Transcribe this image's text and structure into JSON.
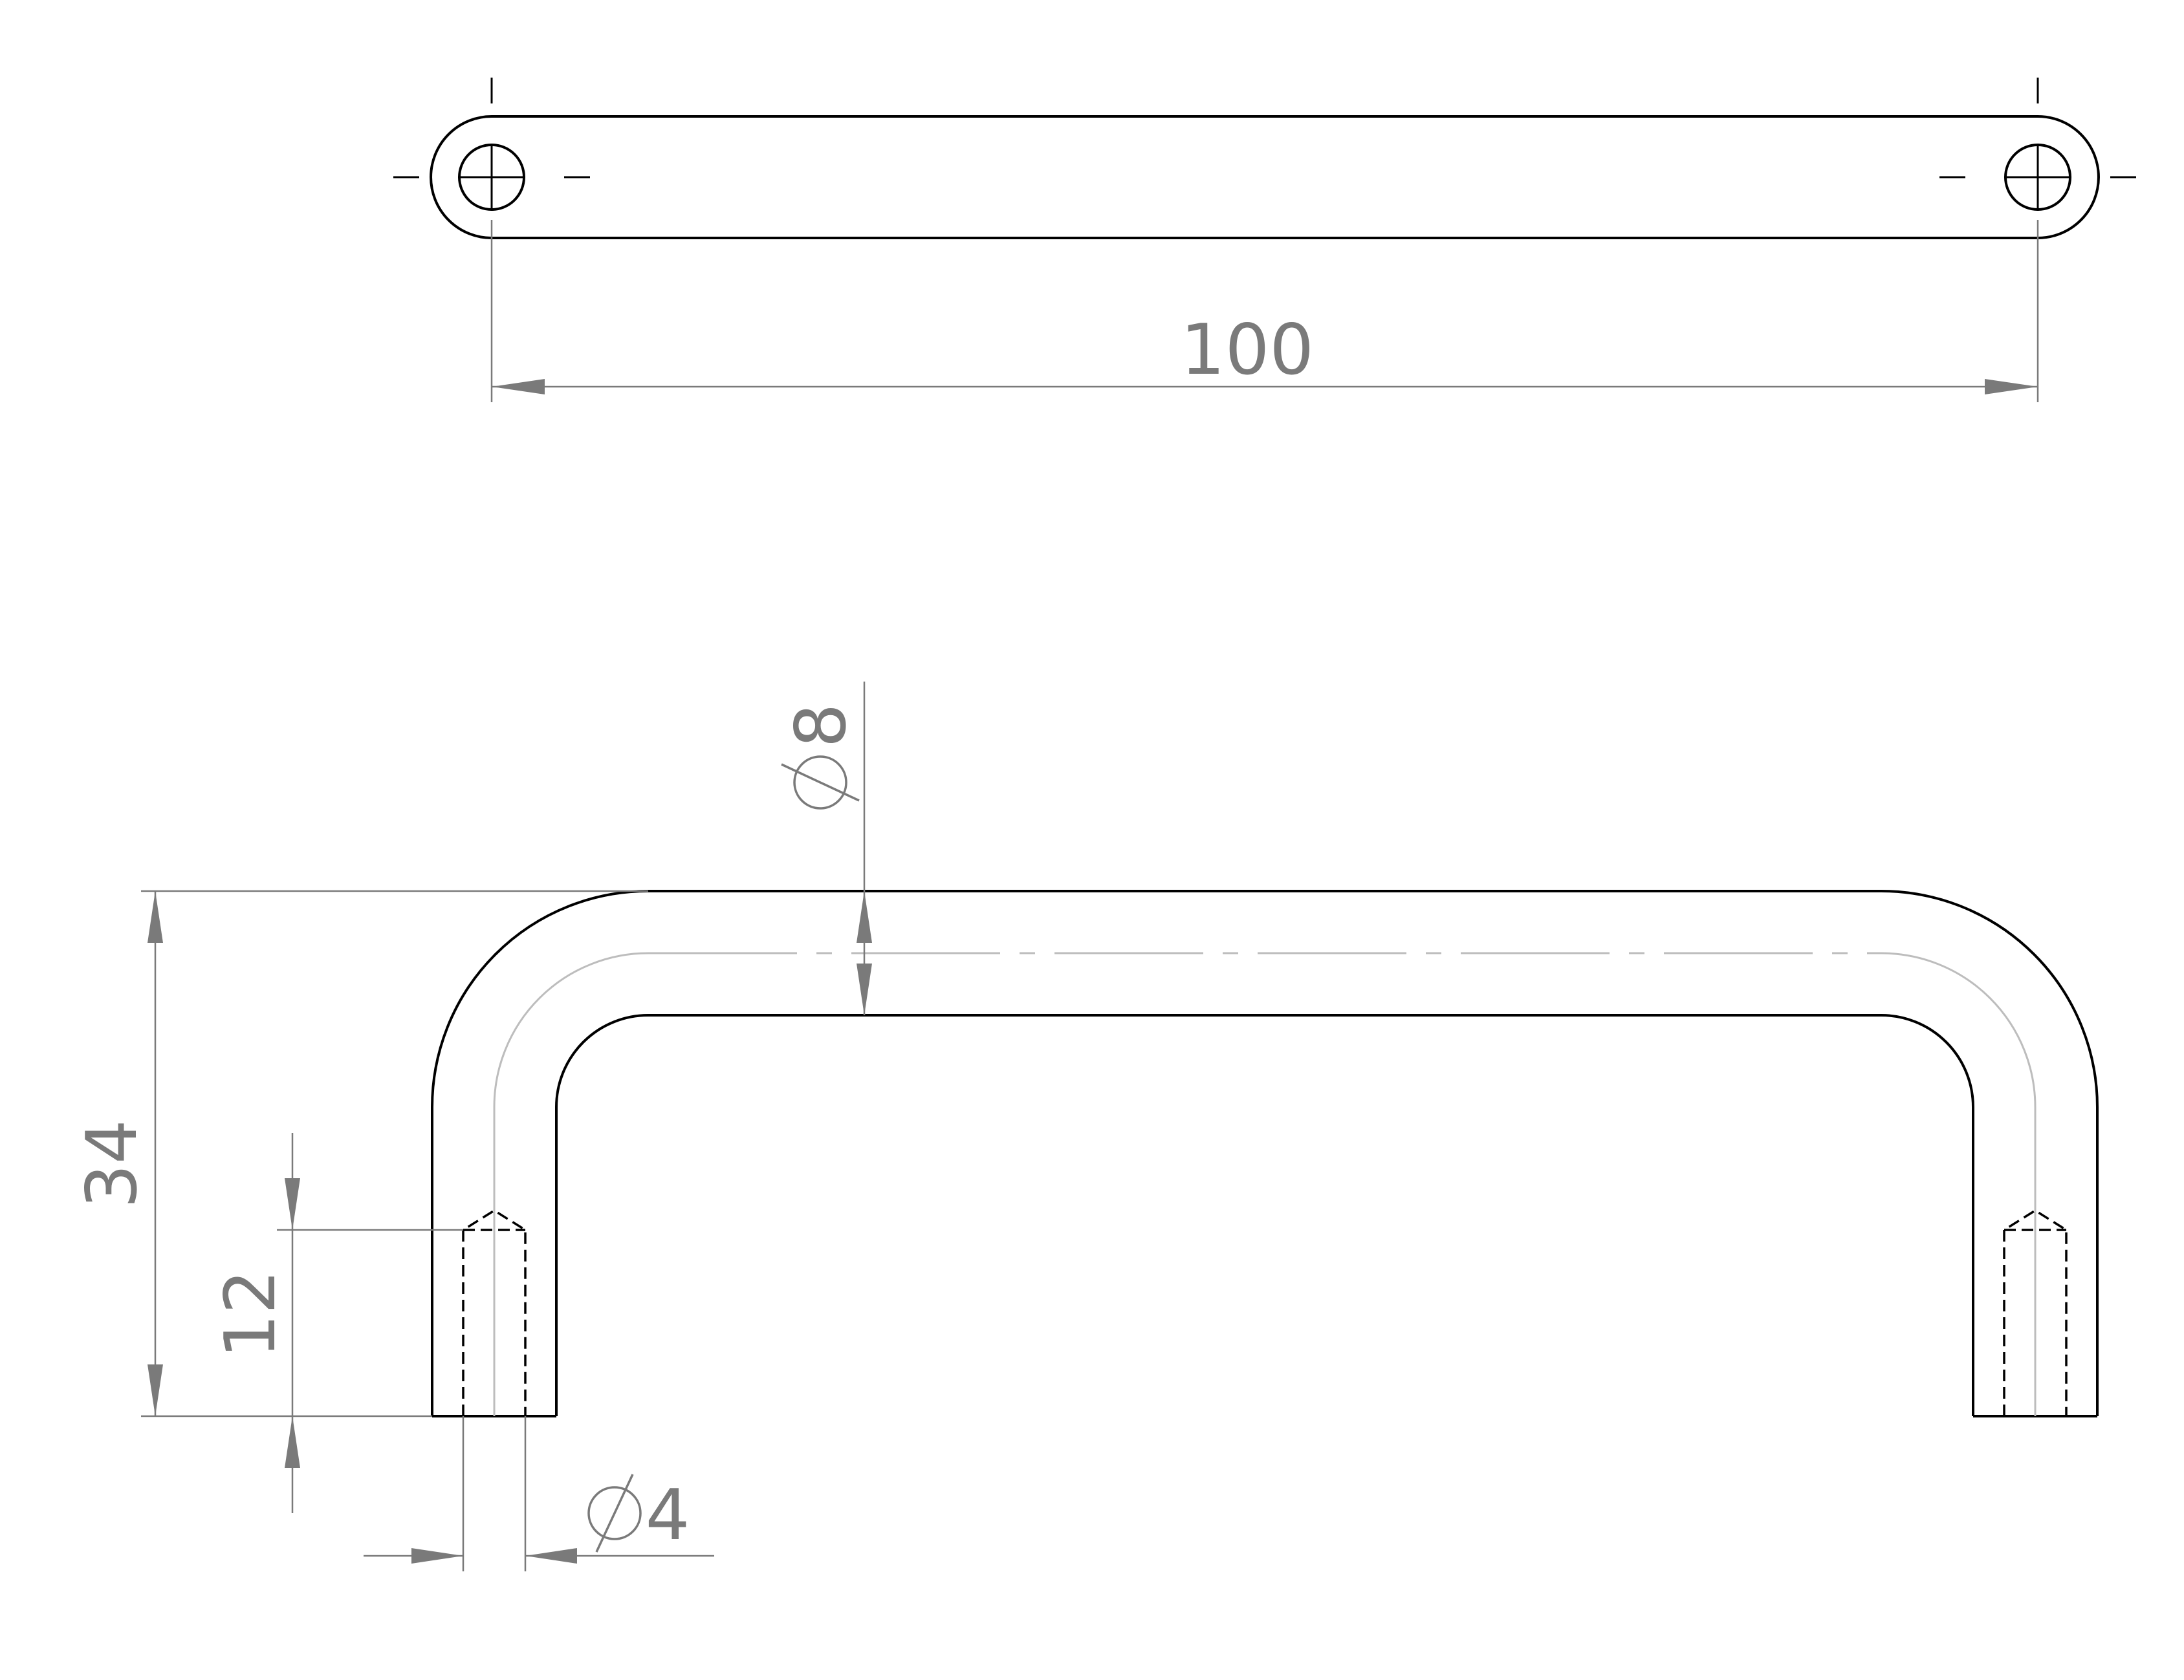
{
  "drawing": {
    "views": [
      "top-view",
      "front-view"
    ],
    "dimensions": {
      "length": "100",
      "height": "34",
      "thread_depth": "12",
      "rod_diameter_value": "8",
      "hole_diameter_value": "4"
    }
  }
}
